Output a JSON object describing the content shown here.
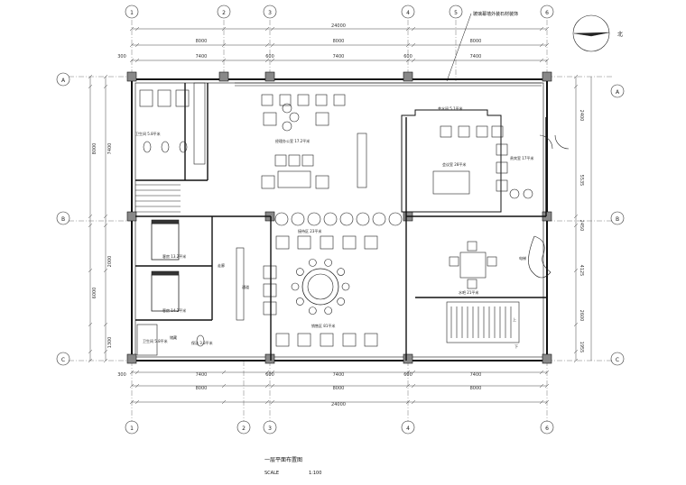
{
  "axes_top": [
    "1",
    "2",
    "3",
    "4",
    "5",
    "6"
  ],
  "axes_left": [
    "A",
    "B",
    "C"
  ],
  "dims": {
    "total": "24000",
    "bays": [
      "8000",
      "8000",
      "8000"
    ],
    "spans": [
      "7400",
      "7400",
      "7400"
    ],
    "edge": "300",
    "col": "600"
  },
  "right_dims": [
    "2400",
    "5535",
    "2450",
    "4125",
    "2600",
    "1955"
  ],
  "left_dims": [
    "7400",
    "8000",
    "6000",
    "2000",
    "1300"
  ],
  "rooms": {
    "office": "经理办公室 17.2平米",
    "meeting": "会议室 28平米",
    "reception": "接待区 23平米",
    "tea": "茶水间 5.1平米",
    "sales_area": "销售区 81平米",
    "guest1": "客房 13.2平米",
    "guest2": "客房 14.2平米",
    "wc": "卫生间 5.8平米",
    "store": "储藏",
    "clean": "保洁 3.3平米",
    "elev": "电梯",
    "corridor": "走廊",
    "pass": "通道",
    "vip": "贵宾室 17平米",
    "stair_up": "上",
    "stair_dn": "下",
    "waterbar": "水吧 21平米"
  },
  "note": "玻璃幕墙外装石材装饰",
  "north": "北",
  "title": "一层平面布置图",
  "scale_label": "SCALE",
  "scale_value": "1:100"
}
